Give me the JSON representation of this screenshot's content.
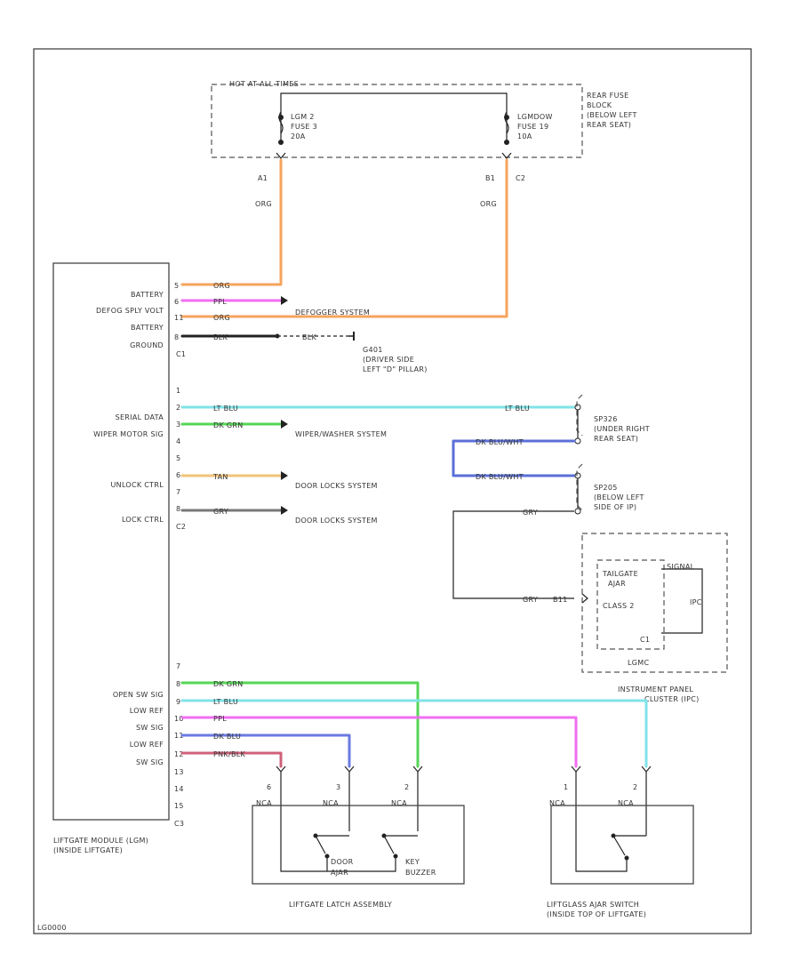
{
  "colors": {
    "org": "#f5a45c",
    "ppl": "#f06ef0",
    "blk": "#222222",
    "ltblu": "#7fe3e8",
    "dkgrn": "#55d655",
    "tan": "#f2c27a",
    "gry": "#777777",
    "dkblu": "#6a79e0",
    "dkbluwht": "#5b6fd8",
    "pnkblk": "#d0607a"
  },
  "fuse_block": {
    "title": "HOT AT ALL TIMES",
    "side_label": [
      "REAR FUSE",
      "BLOCK",
      "(BELOW LEFT",
      "REAR SEAT)"
    ],
    "fuse_left": [
      "LGM 2",
      "FUSE 3",
      "20A"
    ],
    "fuse_right": [
      "LGMDOW",
      "FUSE 19",
      "10A"
    ],
    "pin_left": "A1",
    "pin_right": "B1",
    "pin_right_conn": "C2",
    "wire_left": "ORG",
    "wire_right": "ORG"
  },
  "module": {
    "name": [
      "LIFTGATE MODULE (LGM)",
      "(INSIDE LIFTGATE)"
    ],
    "pins_top": [
      {
        "label": "BATTERY",
        "pin": "5",
        "wire": "ORG"
      },
      {
        "label": "DEFOG SPLY VOLT",
        "pin": "6",
        "wire": "PPL"
      },
      {
        "label": "BATTERY",
        "pin": "11",
        "wire": "ORG"
      },
      {
        "label": "GROUND",
        "pin": "8",
        "wire": "BLK"
      }
    ],
    "conn_c1": "C1",
    "mid_pins": [
      "1",
      "2",
      "3",
      "4",
      "5",
      "6",
      "7",
      "8"
    ],
    "mid_labels": {
      "serial": "SERIAL DATA",
      "wiper": "WIPER MOTOR SIG",
      "unlock": "UNLOCK CTRL",
      "lock": "LOCK CTRL"
    },
    "mid_wires": {
      "ltblu": "LT BLU",
      "dkgrn": "DK GRN",
      "tan": "TAN",
      "gry": "GRY"
    },
    "conn_c2": "C2",
    "bottom_pins": [
      "7",
      "8",
      "9",
      "10",
      "11",
      "12",
      "13",
      "14",
      "15"
    ],
    "bottom_labels": [
      "OPEN SW SIG",
      "LOW REF",
      "SW SIG",
      "LOW REF",
      "SW SIG"
    ],
    "bottom_wires": [
      "DK GRN",
      "LT BLU",
      "PPL",
      "DK BLU",
      "PNK/BLK"
    ],
    "conn_c3": "C3"
  },
  "destinations": {
    "defogger": "DEFOGGER SYSTEM",
    "wiper_washer": "WIPER/WASHER SYSTEM",
    "door_locks_1": "DOOR LOCKS SYSTEM",
    "door_locks_2": "DOOR LOCKS SYSTEM"
  },
  "ground": {
    "wire": "BLK",
    "name": [
      "G401",
      "(DRIVER SIDE",
      "LEFT \"D\" PILLAR)"
    ]
  },
  "splices": {
    "sp1": {
      "name": [
        "SP326",
        "(UNDER RIGHT",
        "REAR SEAT)"
      ],
      "wire_in": "LT BLU",
      "wire_out": "DK BLU/WHT"
    },
    "sp2": {
      "name": [
        "SP205",
        "(BELOW LEFT",
        "SIDE OF IP)"
      ],
      "wire_in": "DK BLU/WHT",
      "wire_out": "GRY"
    }
  },
  "cluster": {
    "lines": [
      "TAILGATE",
      "AJAR"
    ],
    "class": "CLASS 2",
    "signal": "SIGNAL",
    "conn": "C1",
    "ipc": "IPC",
    "lgmc": "LGMC",
    "pin_label": "B11",
    "wire": "GRY",
    "name": [
      "INSTRUMENT PANEL",
      "CLUSTER (IPC)"
    ]
  },
  "latch": {
    "name": "LIFTGATE LATCH ASSEMBLY",
    "pins": [
      "6",
      "3",
      "2"
    ],
    "nca": "NCA",
    "switch1": [
      "DOOR",
      "AJAR"
    ],
    "switch2": [
      "KEY",
      "BUZZER"
    ]
  },
  "ajar_switch": {
    "name": [
      "LIFTGLASS AJAR SWITCH",
      "(INSIDE TOP OF LIFTGATE)"
    ],
    "pins": [
      "1",
      "2"
    ],
    "nca": "NCA"
  },
  "diagram_id": "LG0000"
}
